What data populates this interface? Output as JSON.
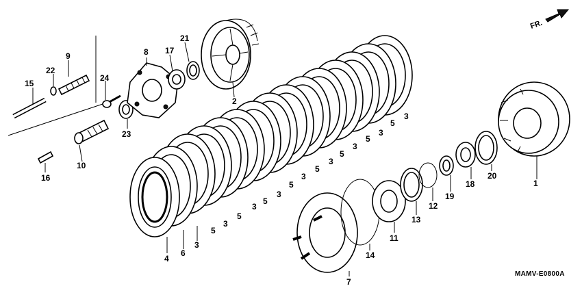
{
  "diagram": {
    "code": "MAMV-E0800A",
    "direction_label": "FR.",
    "callouts": [
      {
        "id": "c1",
        "label": "1"
      },
      {
        "id": "c2",
        "label": "2"
      },
      {
        "id": "c3a",
        "label": "3"
      },
      {
        "id": "c3b",
        "label": "3"
      },
      {
        "id": "c3c",
        "label": "3"
      },
      {
        "id": "c3d",
        "label": "3"
      },
      {
        "id": "c3e",
        "label": "3"
      },
      {
        "id": "c3f",
        "label": "3"
      },
      {
        "id": "c3g",
        "label": "3"
      },
      {
        "id": "c3h",
        "label": "3"
      },
      {
        "id": "c3i",
        "label": "3"
      },
      {
        "id": "c4",
        "label": "4"
      },
      {
        "id": "c5a",
        "label": "5"
      },
      {
        "id": "c5b",
        "label": "5"
      },
      {
        "id": "c5c",
        "label": "5"
      },
      {
        "id": "c5d",
        "label": "5"
      },
      {
        "id": "c5e",
        "label": "5"
      },
      {
        "id": "c5f",
        "label": "5"
      },
      {
        "id": "c5g",
        "label": "5"
      },
      {
        "id": "c5h",
        "label": "5"
      },
      {
        "id": "c6",
        "label": "6"
      },
      {
        "id": "c7",
        "label": "7"
      },
      {
        "id": "c8",
        "label": "8"
      },
      {
        "id": "c9",
        "label": "9"
      },
      {
        "id": "c10",
        "label": "10"
      },
      {
        "id": "c11",
        "label": "11"
      },
      {
        "id": "c12",
        "label": "12"
      },
      {
        "id": "c13",
        "label": "13"
      },
      {
        "id": "c14",
        "label": "14"
      },
      {
        "id": "c15",
        "label": "15"
      },
      {
        "id": "c16",
        "label": "16"
      },
      {
        "id": "c17",
        "label": "17"
      },
      {
        "id": "c18",
        "label": "18"
      },
      {
        "id": "c19",
        "label": "19"
      },
      {
        "id": "c20",
        "label": "20"
      },
      {
        "id": "c21",
        "label": "21"
      },
      {
        "id": "c22",
        "label": "22"
      },
      {
        "id": "c23",
        "label": "23"
      },
      {
        "id": "c24",
        "label": "24"
      }
    ]
  }
}
